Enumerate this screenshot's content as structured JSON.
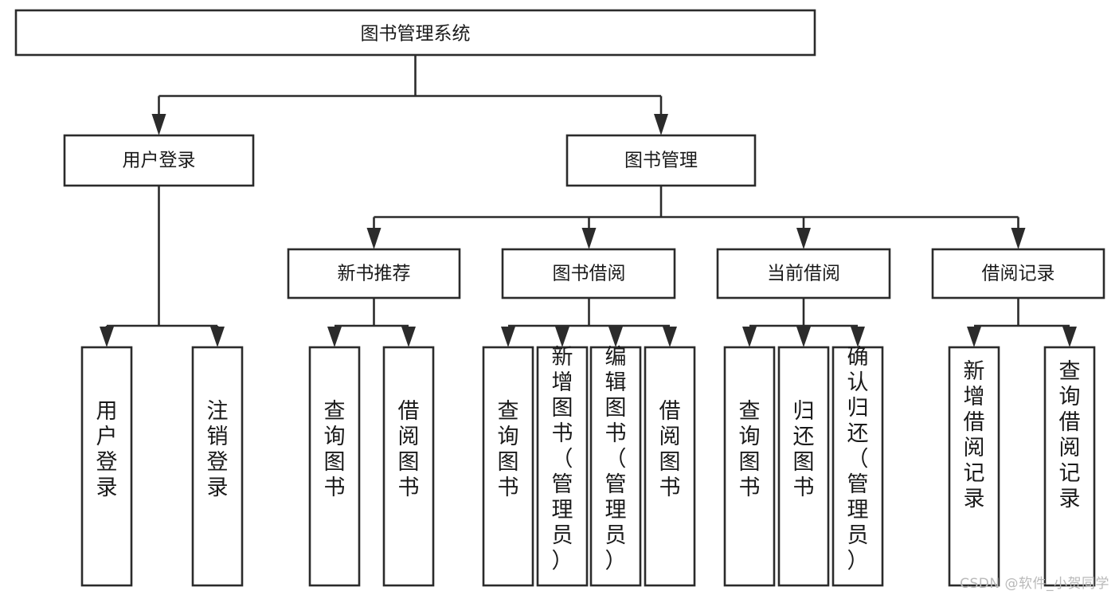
{
  "diagram": {
    "type": "tree",
    "title": "图书管理系统",
    "watermark": "CSDN @软件_小贺同学",
    "levels": {
      "root": {
        "label": "图书管理系统"
      },
      "level2": [
        {
          "id": "user-login",
          "label": "用户登录"
        },
        {
          "id": "book-management",
          "label": "图书管理"
        }
      ],
      "level3": [
        {
          "id": "new-book-recommend",
          "label": "新书推荐",
          "parent": "book-management"
        },
        {
          "id": "book-borrow",
          "label": "图书借阅",
          "parent": "book-management"
        },
        {
          "id": "current-borrow",
          "label": "当前借阅",
          "parent": "book-management"
        },
        {
          "id": "borrow-record",
          "label": "借阅记录",
          "parent": "book-management"
        }
      ],
      "leaves": [
        {
          "id": "leaf-user-login",
          "label": "用户登录",
          "parent": "user-login"
        },
        {
          "id": "leaf-logout-login",
          "label": "注销登录",
          "parent": "user-login"
        },
        {
          "id": "leaf-query-book-1",
          "label": "查询图书",
          "parent": "new-book-recommend"
        },
        {
          "id": "leaf-borrow-book-1",
          "label": "借阅图书",
          "parent": "new-book-recommend"
        },
        {
          "id": "leaf-query-book-2",
          "label": "查询图书",
          "parent": "book-borrow"
        },
        {
          "id": "leaf-add-book",
          "label": "新增图书（管理员）",
          "parent": "book-borrow"
        },
        {
          "id": "leaf-edit-book",
          "label": "编辑图书（管理员）",
          "parent": "book-borrow"
        },
        {
          "id": "leaf-borrow-book-2",
          "label": "借阅图书",
          "parent": "book-borrow"
        },
        {
          "id": "leaf-query-book-3",
          "label": "查询图书",
          "parent": "current-borrow"
        },
        {
          "id": "leaf-return-book",
          "label": "归还图书",
          "parent": "current-borrow"
        },
        {
          "id": "leaf-confirm-return",
          "label": "确认归还（管理员）",
          "parent": "current-borrow"
        },
        {
          "id": "leaf-add-record",
          "label": "新增借阅记录",
          "parent": "borrow-record"
        },
        {
          "id": "leaf-query-record",
          "label": "查询借阅记录",
          "parent": "borrow-record"
        }
      ]
    },
    "colors": {
      "box_fill": "#ffffff",
      "box_stroke": "#2b2b2b",
      "text": "#1a1a1a",
      "background": "#ffffff",
      "watermark": "#b9b9b9"
    }
  }
}
